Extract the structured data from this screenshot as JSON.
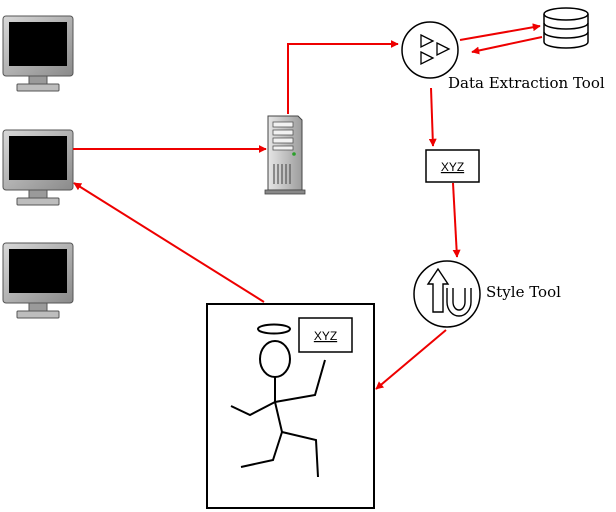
{
  "labels": {
    "data_extraction_tool": "Data Extraction Tool",
    "style_tool": "Style Tool",
    "xyz_box": "XYZ",
    "xyz_sign": "XYZ"
  },
  "colors": {
    "arrow": "#ee0000",
    "stroke": "#000000",
    "monitor_screen": "#000000",
    "monitor_frame": "#a6a6a6",
    "server_body": "#c8c8c8"
  },
  "icons": {
    "monitors": [
      "monitor-icon",
      "monitor-icon",
      "monitor-icon"
    ],
    "server": "server-tower-icon",
    "extraction_tool": "play-triangles-icon",
    "database": "database-icon",
    "style_tool": "recycle-arrow-icon",
    "stick_figure": "stick-figure-icon"
  }
}
